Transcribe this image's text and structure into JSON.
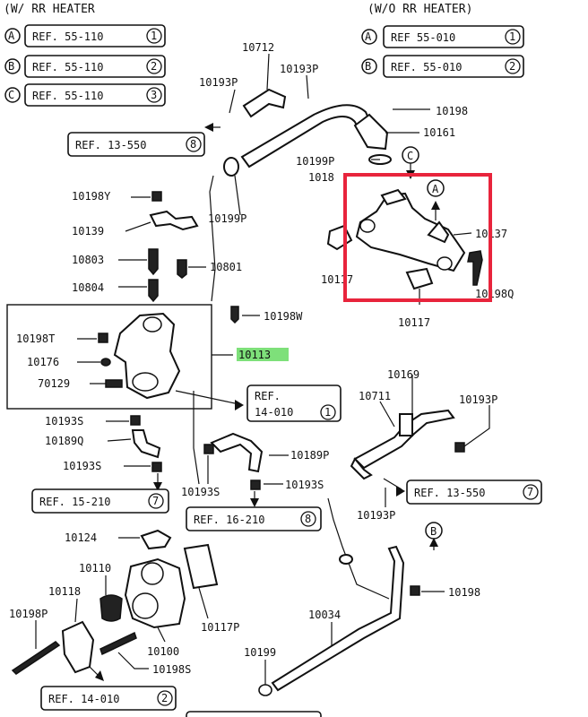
{
  "headers": {
    "with_heater": "(W/ RR HEATER",
    "without_heater": "(W/O RR HEATER)"
  },
  "legend_left": [
    {
      "key": "A",
      "ref": "REF. 55-110",
      "num": "1"
    },
    {
      "key": "B",
      "ref": "REF. 55-110",
      "num": "2"
    },
    {
      "key": "C",
      "ref": "REF. 55-110",
      "num": "3"
    }
  ],
  "legend_right": [
    {
      "key": "A",
      "ref": "REF 55-010",
      "num": "1"
    },
    {
      "key": "B",
      "ref": "REF. 55-010",
      "num": "2"
    }
  ],
  "refs": {
    "r13550_top": "REF. 13-550",
    "r13550_top_num": "8",
    "r14010_mid": "REF.",
    "r14010_mid_b": "14-010",
    "r14010_mid_num": "1",
    "r15210_left": "REF. 15-210",
    "r15210_left_num": "7",
    "r16210": "REF. 16-210",
    "r16210_num": "8",
    "r13550_right": "REF. 13-550",
    "r13550_right_num": "7",
    "r14010_bottom": "REF. 14-010",
    "r14010_bottom_num": "2"
  },
  "parts": {
    "p10712": "10712",
    "p10193p_a": "10193P",
    "p10193p_b": "10193P",
    "p10198_top": "10198",
    "p10161": "10161",
    "p10199p_a": "10199P",
    "p1018x": "1018",
    "p10198y": "10198Y",
    "p10199p_b": "10199P",
    "p10139": "10139",
    "p10803": "10803",
    "p10801": "10801",
    "p10804": "10804",
    "p10137": "10137",
    "p10117_a": "10117",
    "p10198q": "10198Q",
    "p10117_b": "10117",
    "p10198w": "10198W",
    "p10198t": "10198T",
    "p10176": "10176",
    "p10129": "70129",
    "p10113": "10113",
    "p10169": "10169",
    "p10711": "10711",
    "p10193p_c": "10193P",
    "p10193s_a": "10193S",
    "p10189q": "10189Q",
    "p10189p": "10189P",
    "p10193s_b": "10193S",
    "p10193s_c": "10193S",
    "p10193s_d": "10193S",
    "p10193p_d": "10193P",
    "p10124": "10124",
    "p10110": "10110",
    "p10118": "10118",
    "p10198": "10198",
    "p10198p": "10198P",
    "p10117p": "10117P",
    "p10034": "10034",
    "p10100": "10100",
    "p10198s": "10198S",
    "p10199": "10199",
    "callout_c": "C",
    "callout_a": "A",
    "callout_b": "B"
  },
  "colors": {
    "highlight_box": "#e8243c",
    "highlight_label": "#7ee07a"
  }
}
